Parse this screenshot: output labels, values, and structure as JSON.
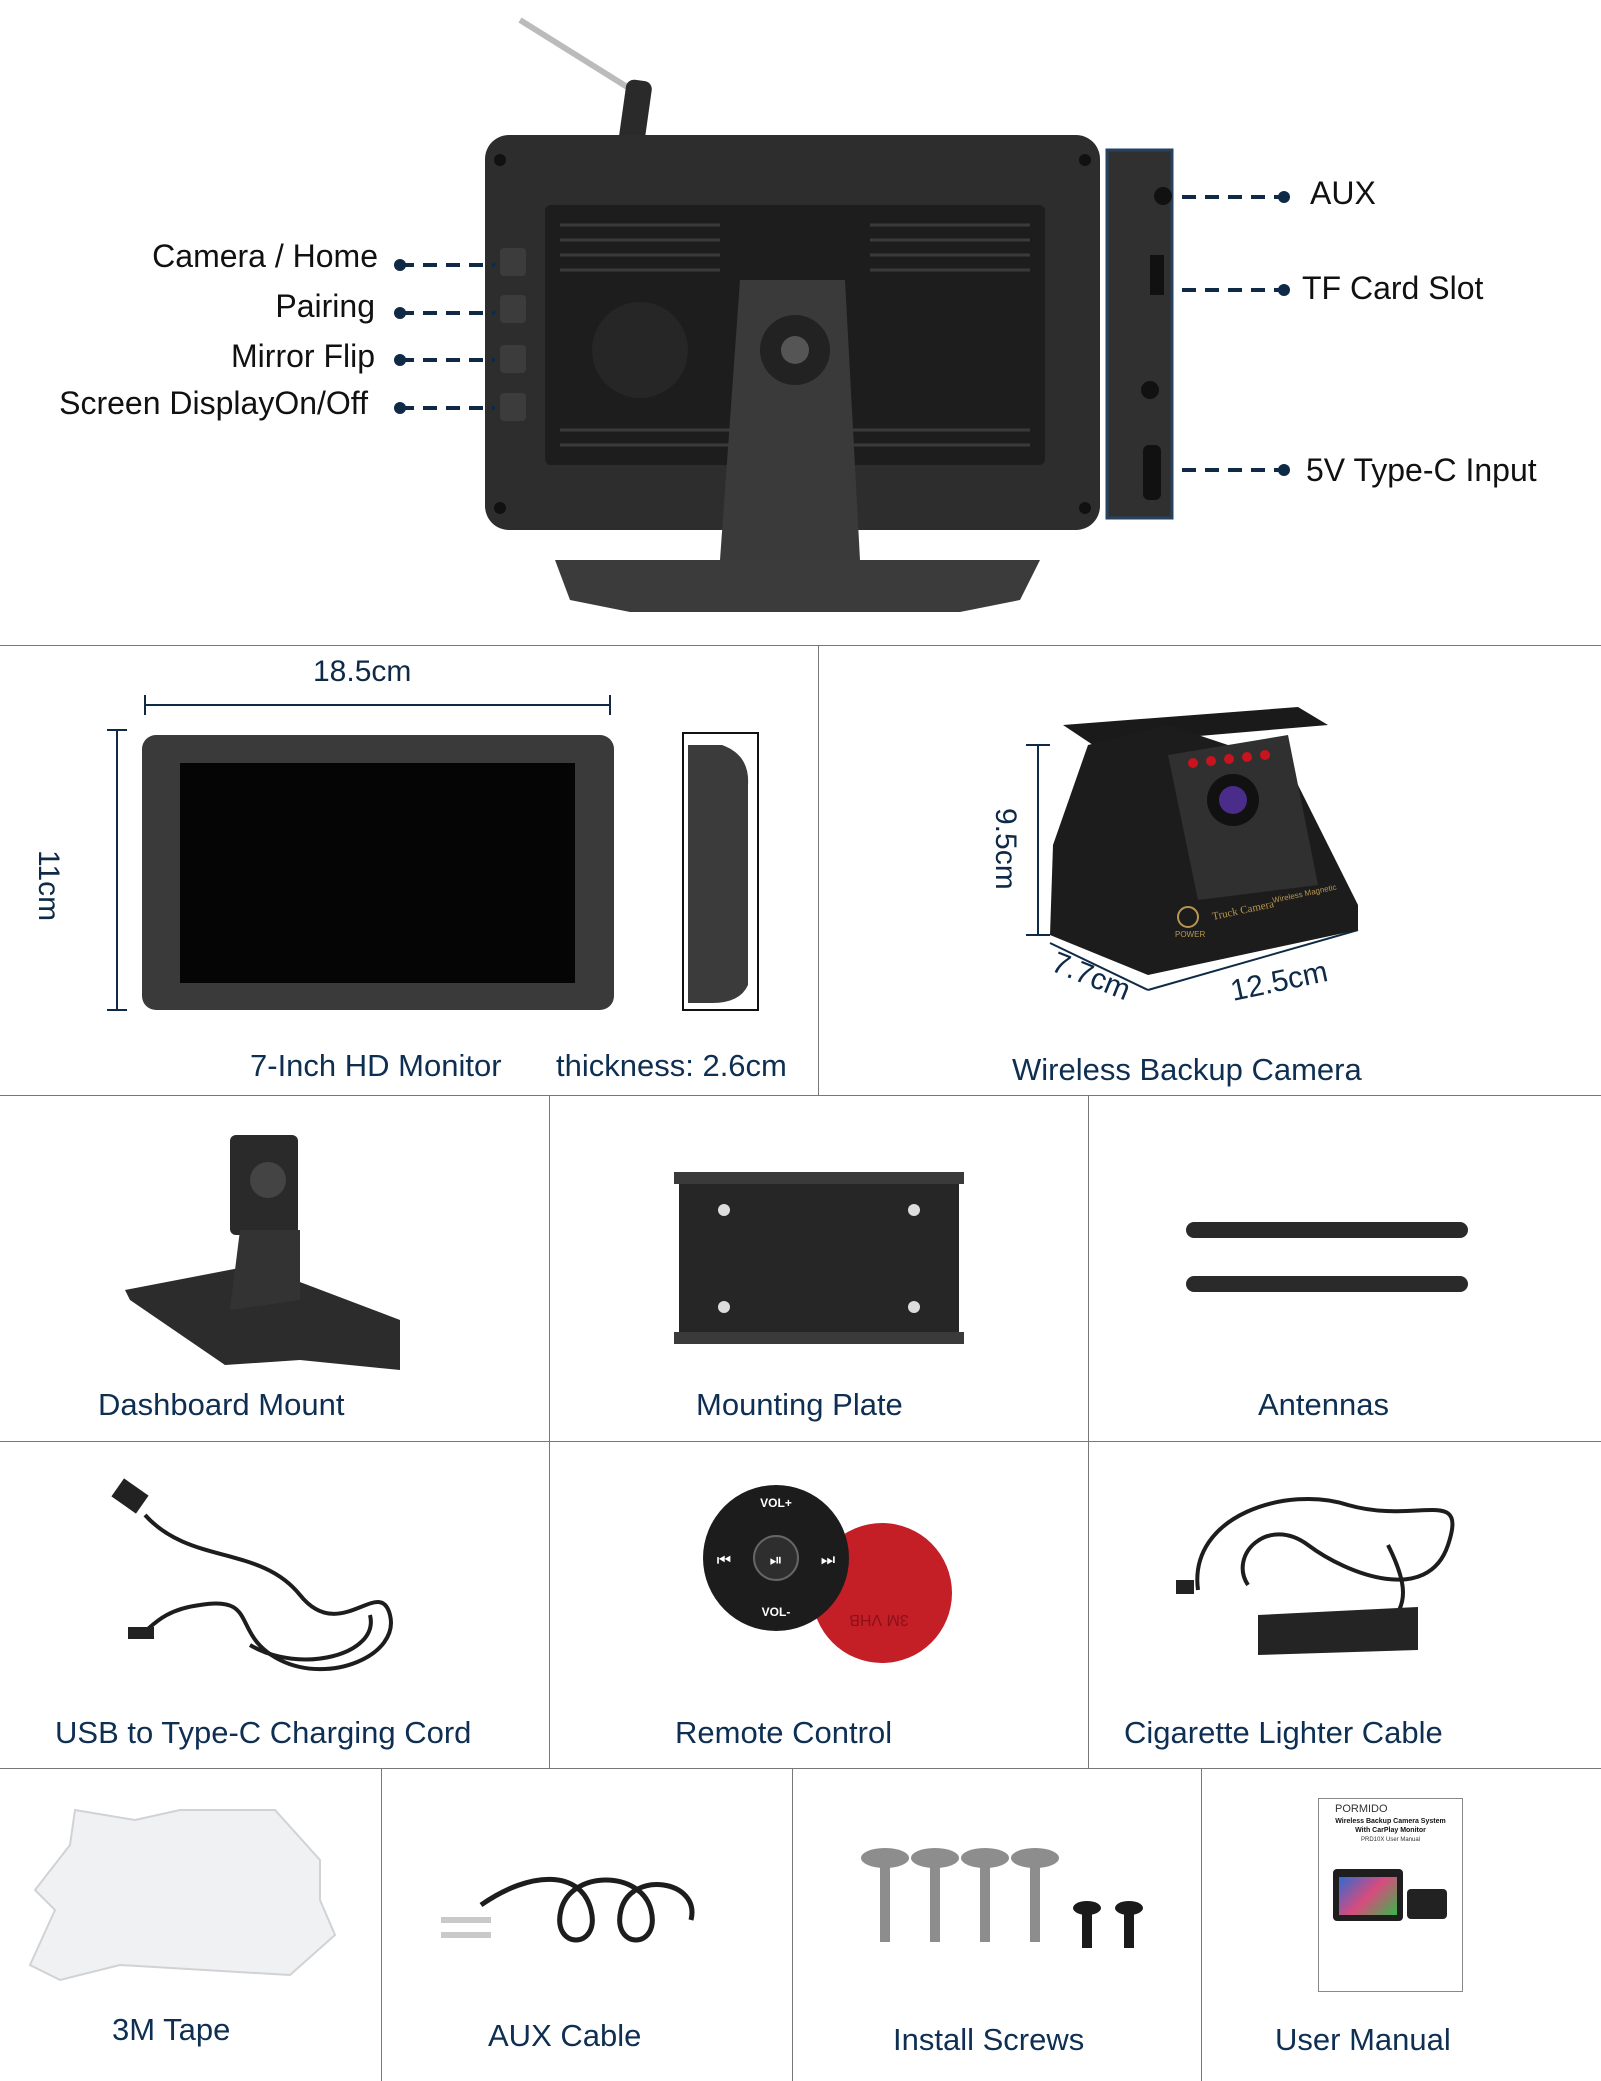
{
  "colors": {
    "navy": "#0e2a47",
    "device": "#2b2b2b",
    "red": "#c9141f"
  },
  "back_panel": {
    "left_labels": [
      "Camera / Home",
      "Pairing",
      "Mirror Flip",
      "Screen DisplayOn/Off"
    ],
    "right_labels": [
      "AUX",
      "TF Card Slot",
      "5V Type-C Input"
    ]
  },
  "monitor": {
    "width_dim": "18.5cm",
    "height_dim": "11cm",
    "caption": "7-Inch HD Monitor",
    "thickness": "thickness: 2.6cm"
  },
  "camera": {
    "height_dim": "9.5cm",
    "depth_dim": "7.7cm",
    "width_dim": "12.5cm",
    "caption": "Wireless Backup Camera",
    "body_text": "Truck Camera",
    "side_text": "Wireless Magnetic",
    "logo_text": "POWER"
  },
  "items_row1": [
    "Dashboard Mount",
    "Mounting Plate",
    "Antennas"
  ],
  "items_row2": [
    "USB to Type-C Charging Cord",
    "Remote Control",
    "Cigarette Lighter Cable"
  ],
  "remote": {
    "vol_up": "VOL+",
    "vol_down": "VOL-",
    "sticker": "3M VHB"
  },
  "items_row3": [
    "3M Tape",
    "AUX Cable",
    "Install Screws",
    "User Manual"
  ],
  "manual": {
    "brand": "PORMIDO",
    "title": "Wireless Backup Camera System With CarPlay Monitor",
    "subtitle": "PRD10X User Manual"
  }
}
